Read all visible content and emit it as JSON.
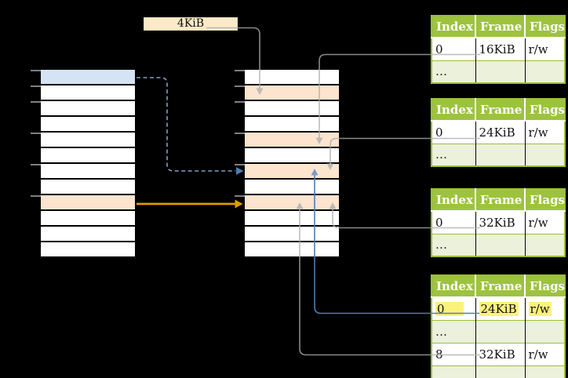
{
  "frame_label": {
    "text": "4KiB"
  },
  "tables": [
    {
      "headers": [
        "Index",
        "Frame",
        "Flags"
      ],
      "rows": [
        [
          "0",
          "16KiB",
          "r/w"
        ],
        [
          "…",
          "",
          ""
        ]
      ]
    },
    {
      "headers": [
        "Index",
        "Frame",
        "Flags"
      ],
      "rows": [
        [
          "0",
          "24KiB",
          "r/w"
        ],
        [
          "…",
          "",
          ""
        ]
      ]
    },
    {
      "headers": [
        "Index",
        "Frame",
        "Flags"
      ],
      "rows": [
        [
          "0",
          "32KiB",
          "r/w"
        ],
        [
          "…",
          "",
          ""
        ]
      ]
    },
    {
      "headers": [
        "Index",
        "Frame",
        "Flags"
      ],
      "rows": [
        [
          "0",
          "24KiB",
          "r/w"
        ],
        [
          "…",
          "",
          ""
        ],
        [
          "8",
          "32KiB",
          "r/w"
        ],
        [
          "…",
          "",
          ""
        ]
      ],
      "highlighted_row_index": 0
    }
  ],
  "virtual_memory_column": {
    "row_count": 12,
    "blue_row_index": 0,
    "peach_row_index": 8
  },
  "physical_memory_column": {
    "row_count": 12,
    "peach_row_indexes": [
      1,
      4,
      6,
      8
    ]
  },
  "arrows": [
    {
      "from": "frame-size-label",
      "to": "physical-frame-4KiB",
      "style": "solid",
      "color": "gray"
    },
    {
      "from": "table-1-frame-16KiB",
      "to": "physical-frame-16KiB",
      "style": "solid",
      "color": "gray"
    },
    {
      "from": "table-2-frame-24KiB",
      "to": "physical-frame-24KiB",
      "style": "solid",
      "color": "gray"
    },
    {
      "from": "table-3-frame-32KiB",
      "to": "physical-frame-32KiB",
      "style": "solid",
      "color": "gray"
    },
    {
      "from": "table-4-row-0-frame-24KiB",
      "to": "physical-frame-24KiB",
      "style": "solid",
      "color": "blue"
    },
    {
      "from": "table-4-row-8-frame-32KiB",
      "to": "physical-frame-32KiB",
      "style": "solid",
      "color": "gray"
    },
    {
      "from": "virtual-page-row-0",
      "to": "physical-frame-24KiB",
      "style": "dashed",
      "color": "blue"
    },
    {
      "from": "virtual-page-row-8",
      "to": "physical-frame-32KiB",
      "style": "solid",
      "color": "orange"
    }
  ],
  "colors": {
    "background": "#000000",
    "table_header_green": "#9DC33E",
    "table_border_green": "#9BBE3B",
    "table_alt_row_green": "#EBF1DA",
    "frame_peach": "#FCE4CE",
    "page_blue": "#D5E3F4",
    "label_box_cream": "#FBE9C7",
    "text_highlight_yellow": "#FBF27D",
    "arrow_gray": "#ABABAB",
    "arrow_blue": "#4E7DB3",
    "arrow_orange": "#DE9B00"
  }
}
